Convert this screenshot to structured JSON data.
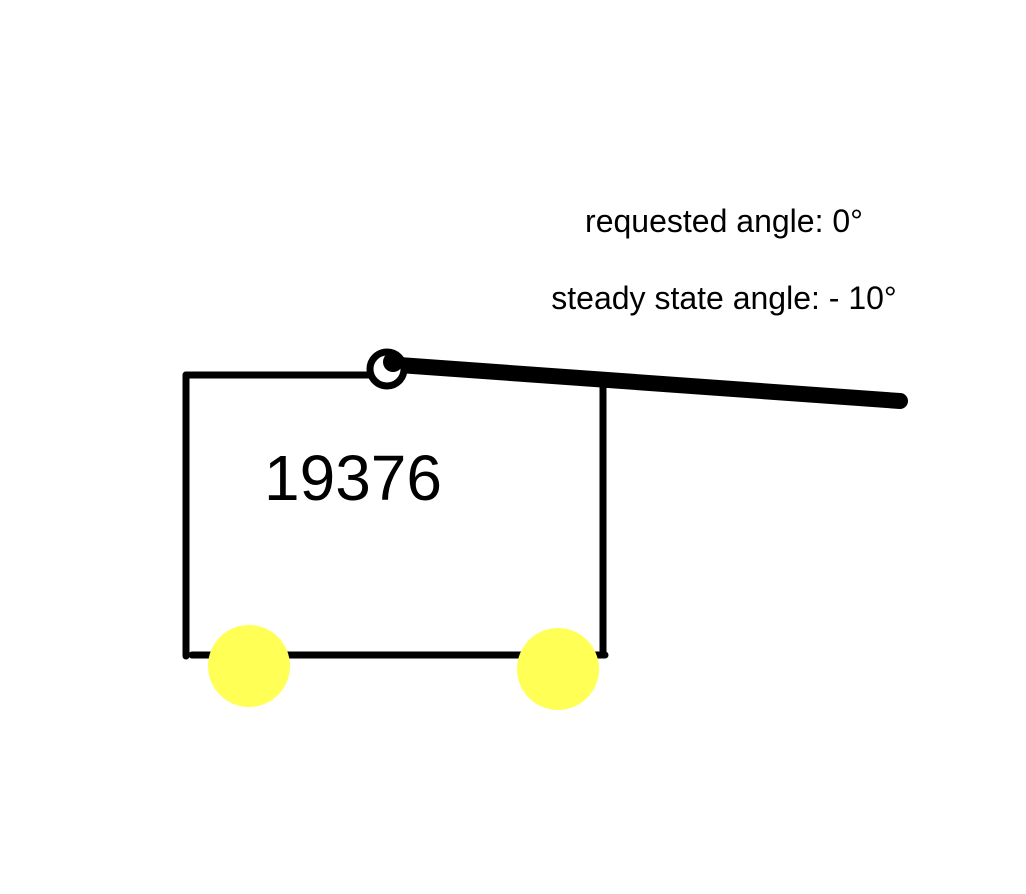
{
  "annotations": {
    "requested_angle": "requested angle: 0°",
    "steady_state_angle": "steady state angle: - 10°"
  },
  "cart": {
    "label": "19376"
  },
  "colors": {
    "stroke": "#000000",
    "wheel": "#ffff55",
    "background": "#ffffff"
  }
}
